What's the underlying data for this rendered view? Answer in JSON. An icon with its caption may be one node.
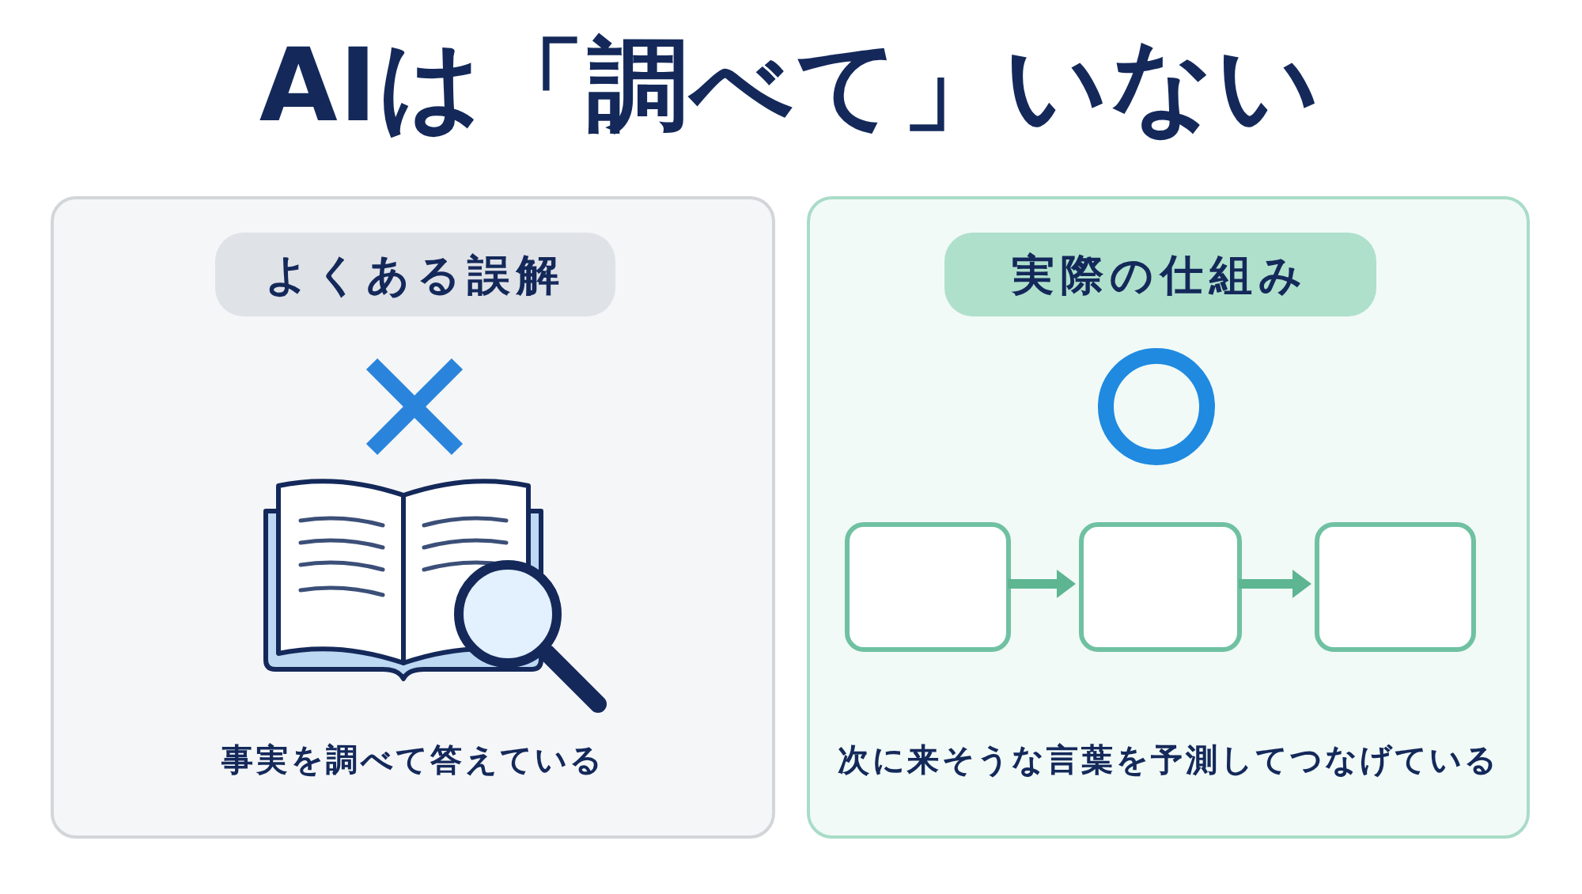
{
  "diagram": {
    "title": "AIは「調べて」いない",
    "nodes": [
      {
        "text": [
          "事実を調べて答えている"
        ]
      },
      {
        "text": [
          "よくある誤解"
        ],
        "in": 0
      },
      {
        "text": [
          "次に来そうな言葉を予測してつなげている"
        ]
      },
      {
        "text": [
          "実際の仕組み"
        ],
        "in": 2
      },
      {
        "text": [],
        "shape": "box",
        "in": 2
      },
      {
        "text": [],
        "shape": "box",
        "in": 2
      },
      {
        "text": [],
        "shape": "box",
        "in": 2
      }
    ],
    "edges": [
      {
        "from": 4,
        "to": 5,
        "arrow": "to"
      },
      {
        "from": 5,
        "to": 6,
        "arrow": "to"
      }
    ]
  }
}
